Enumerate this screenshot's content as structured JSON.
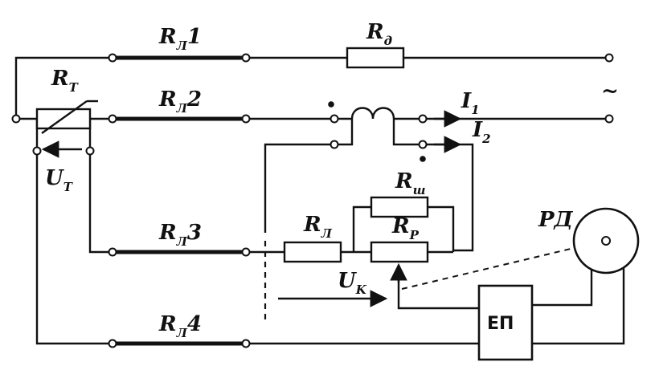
{
  "diagram": {
    "labels": {
      "rl1": {
        "main": "R",
        "sub": "Л",
        "suffix": "1"
      },
      "rd": {
        "main": "R",
        "sub": "д"
      },
      "rt": {
        "main": "R",
        "sub": "T"
      },
      "rl2": {
        "main": "R",
        "sub": "Л",
        "suffix": "2"
      },
      "i1": {
        "main": "I",
        "sub": "1"
      },
      "i2": {
        "main": "I",
        "sub": "2"
      },
      "ac": "~",
      "ut": {
        "main": "U",
        "sub": "T"
      },
      "rsh": {
        "main": "R",
        "sub": "ш"
      },
      "rd_motor": "РД",
      "rl3": {
        "main": "R",
        "sub": "Л",
        "suffix": "3"
      },
      "rl_r": {
        "main": "R",
        "sub": "Л"
      },
      "rp": {
        "main": "R",
        "sub": "P"
      },
      "uk": {
        "main": "U",
        "sub": "K"
      },
      "ep": "ЕП",
      "rl4": {
        "main": "R",
        "sub": "Л",
        "suffix": "4"
      }
    }
  }
}
